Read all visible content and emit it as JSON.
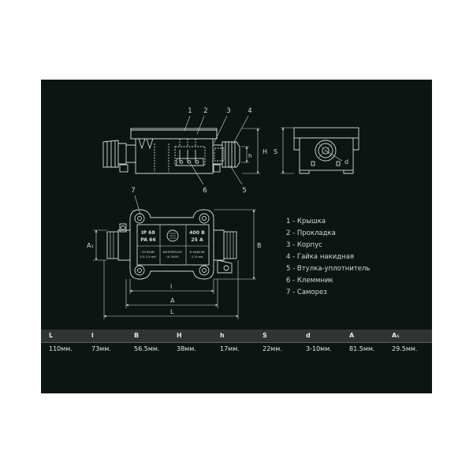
{
  "drawing": {
    "callouts_top": [
      "1",
      "2",
      "3",
      "4",
      "5",
      "6"
    ],
    "callout_plan": "7",
    "dim_H": "H",
    "dim_h": "h",
    "dim_S": "S",
    "dim_d": "d",
    "dim_A1": "A₁",
    "dim_B": "B",
    "dim_l": "l",
    "dim_A": "A",
    "dim_L": "L",
    "label_lines": {
      "ip": "IP 68",
      "pa": "PA 66",
      "voltage": "400 В",
      "current": "25 А",
      "section_title": "СЕЧЕНИЕ",
      "section_value": "0.5-2.5 мм²",
      "waterproof": "WATERPROOF",
      "ul": "UL-94V0",
      "diameter_title": "Ø КАБЕЛЯ",
      "diameter_value": "3-10 мм"
    }
  },
  "legend": [
    "1 - Крышка",
    "2 - Прокладка",
    "3 - Корпус",
    "4 - Гайка накидная",
    "5 - Втулка-уплотнитель",
    "6 - Клеммник",
    "7 - Саморез"
  ],
  "table": {
    "headers": [
      "L",
      "l",
      "B",
      "H",
      "h",
      "S",
      "d",
      "A",
      "A₁"
    ],
    "values": [
      "110мм.",
      "73мм.",
      "56.5мм.",
      "38мм.",
      "17мм.",
      "22мм.",
      "3-10мм.",
      "81.5мм.",
      "29.5мм."
    ]
  },
  "colors": {
    "background": "#0d1512",
    "line": "#d4d8d5",
    "table_header": "#303534"
  }
}
